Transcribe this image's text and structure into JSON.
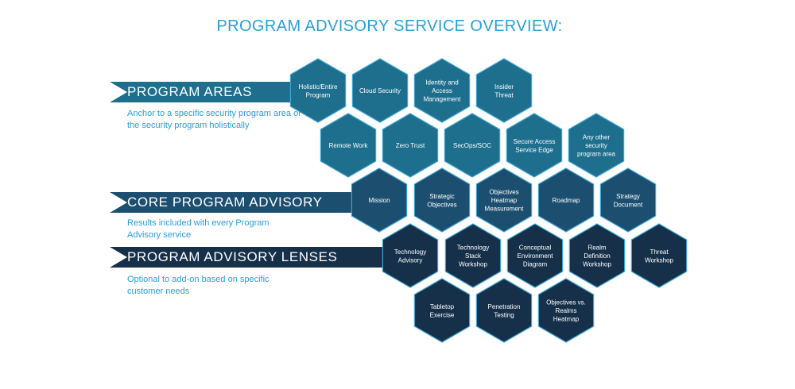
{
  "title": "PROGRAM ADVISORY SERVICE OVERVIEW:",
  "sections": {
    "areas": {
      "label": "PROGRAM AREAS",
      "description": "Anchor to a specific security program area or the security program holistically"
    },
    "core": {
      "label": "CORE PROGRAM ADVISORY",
      "description": "Results included with every Program Advisory service"
    },
    "lenses": {
      "label": "PROGRAM ADVISORY LENSES",
      "description": "Optional to add-on based on specific customer needs"
    }
  },
  "colors": {
    "title": "#2a9fd6",
    "areas": "#1e6e8e",
    "core": "#1c4e70",
    "lenses": "#16304a",
    "hex_outline": "#3ba3d3"
  },
  "hexagons": [
    {
      "id": "holistic-entire-program",
      "group": "areas",
      "label": [
        "Holistic/Entire",
        "Program"
      ]
    },
    {
      "id": "cloud-security",
      "group": "areas",
      "label": [
        "Cloud Security"
      ]
    },
    {
      "id": "identity-and-access-management",
      "group": "areas",
      "label": [
        "Identity and",
        "Access",
        "Management"
      ]
    },
    {
      "id": "insider-threat",
      "group": "areas",
      "label": [
        "Insider",
        "Threat"
      ]
    },
    {
      "id": "remote-work",
      "group": "areas",
      "label": [
        "Remote Work"
      ]
    },
    {
      "id": "zero-trust",
      "group": "areas",
      "label": [
        "Zero Trust"
      ]
    },
    {
      "id": "secops-soc",
      "group": "areas",
      "label": [
        "SecOps/SOC"
      ]
    },
    {
      "id": "secure-access-service-edge",
      "group": "areas",
      "label": [
        "Secure Access",
        "Service Edge"
      ]
    },
    {
      "id": "any-other-security-program-area",
      "group": "areas",
      "label": [
        "Any other",
        "security",
        "program area"
      ]
    },
    {
      "id": "mission",
      "group": "core",
      "label": [
        "Mission"
      ]
    },
    {
      "id": "strategic-objectives",
      "group": "core",
      "label": [
        "Strategic",
        "Objectives"
      ]
    },
    {
      "id": "objectives-heatmap-measurement",
      "group": "core",
      "label": [
        "Objectives",
        "Heatmap",
        "Measurement"
      ]
    },
    {
      "id": "roadmap",
      "group": "core",
      "label": [
        "Roadmap"
      ]
    },
    {
      "id": "strategy-document",
      "group": "core",
      "label": [
        "Strategy",
        "Document"
      ]
    },
    {
      "id": "technology-advisory",
      "group": "lenses",
      "label": [
        "Technology",
        "Advisory"
      ]
    },
    {
      "id": "technology-stack-workshop",
      "group": "lenses",
      "label": [
        "Technology",
        "Stack",
        "Workshop"
      ]
    },
    {
      "id": "conceptual-environment-diagram",
      "group": "lenses",
      "label": [
        "Conceptual",
        "Environment",
        "Diagram"
      ]
    },
    {
      "id": "realm-definition-workshop",
      "group": "lenses",
      "label": [
        "Realm",
        "Definition",
        "Workshop"
      ]
    },
    {
      "id": "threat-workshop",
      "group": "lenses",
      "label": [
        "Threat",
        "Workshop"
      ]
    },
    {
      "id": "tabletop-exercise",
      "group": "lenses",
      "label": [
        "Tabletop",
        "Exercise"
      ]
    },
    {
      "id": "penetration-testing",
      "group": "lenses",
      "label": [
        "Penetration",
        "Testing"
      ]
    },
    {
      "id": "objectives-vs-realms-heatmap",
      "group": "lenses",
      "label": [
        "Objectives vs.",
        "Realms",
        "Heatmap"
      ]
    }
  ]
}
